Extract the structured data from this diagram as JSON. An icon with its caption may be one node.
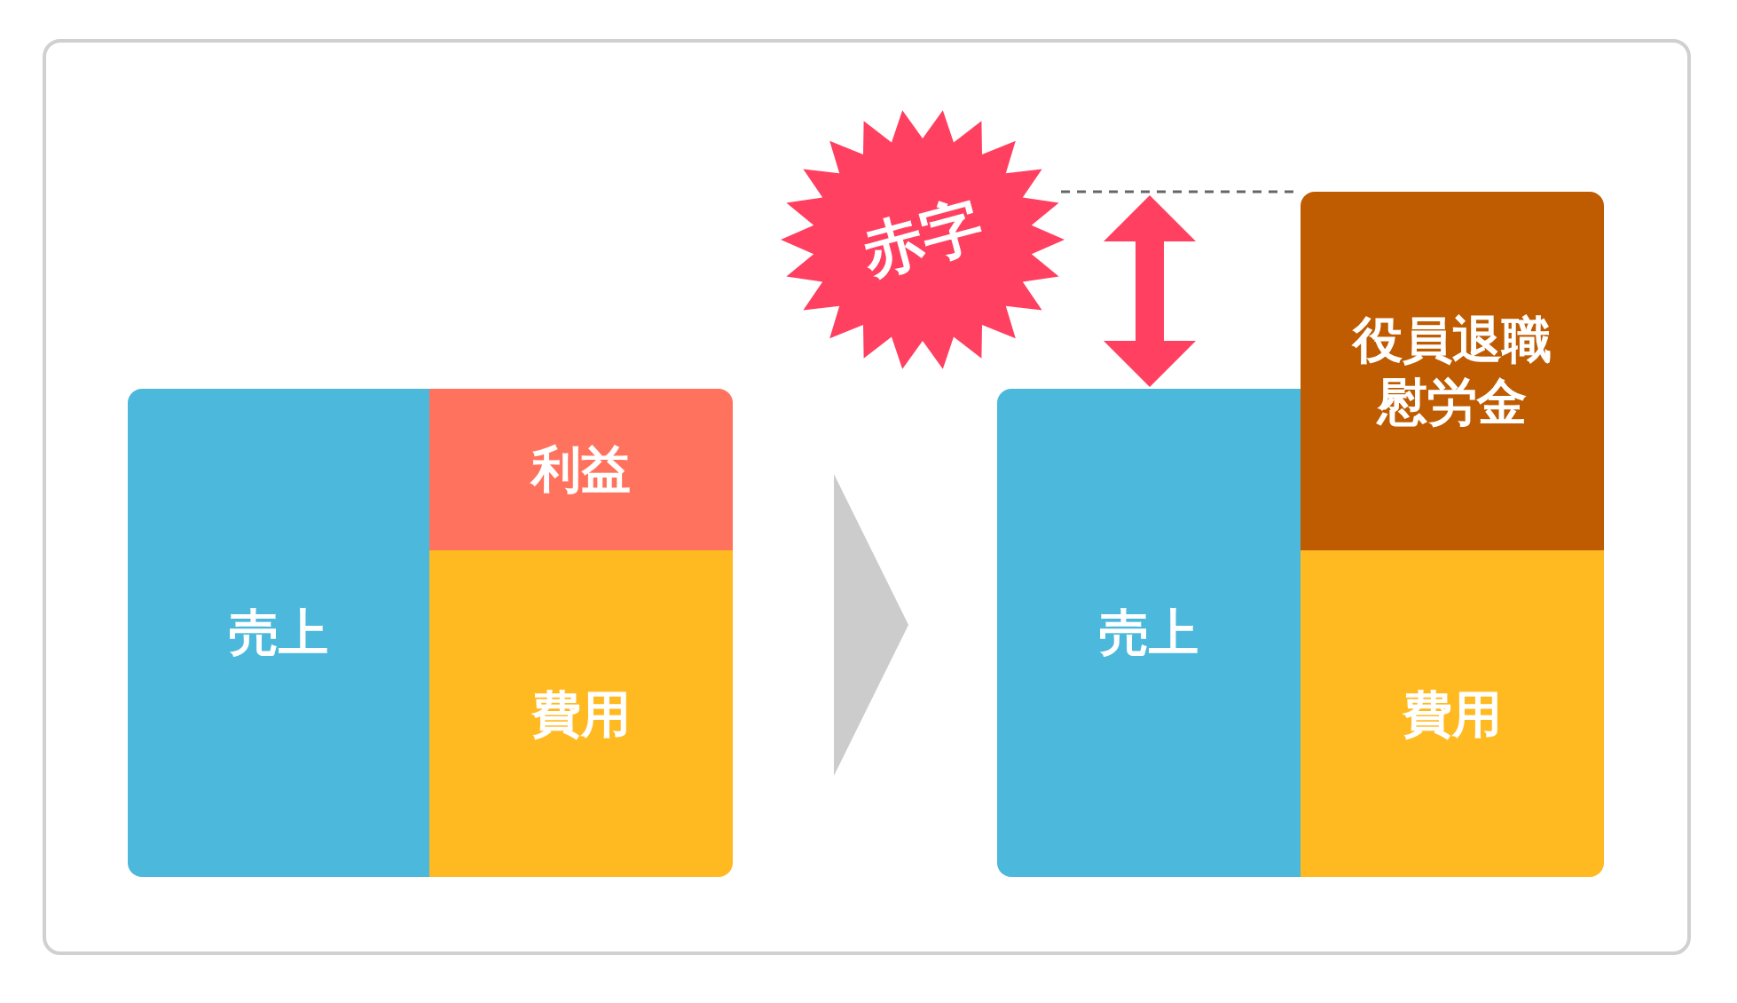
{
  "diagram": {
    "nodes": [
      {
        "text": [
          "売上"
        ]
      },
      {
        "text": [
          "利益"
        ]
      },
      {
        "text": [
          "費用"
        ]
      },
      {
        "text": [
          "赤字"
        ]
      },
      {
        "text": [
          "売上"
        ]
      },
      {
        "text": [
          "役員退職慰労金"
        ]
      },
      {
        "text": [
          "費用"
        ]
      }
    ],
    "edges": [
      {
        "from": 2,
        "to": 4,
        "arrow": "to"
      }
    ]
  }
}
